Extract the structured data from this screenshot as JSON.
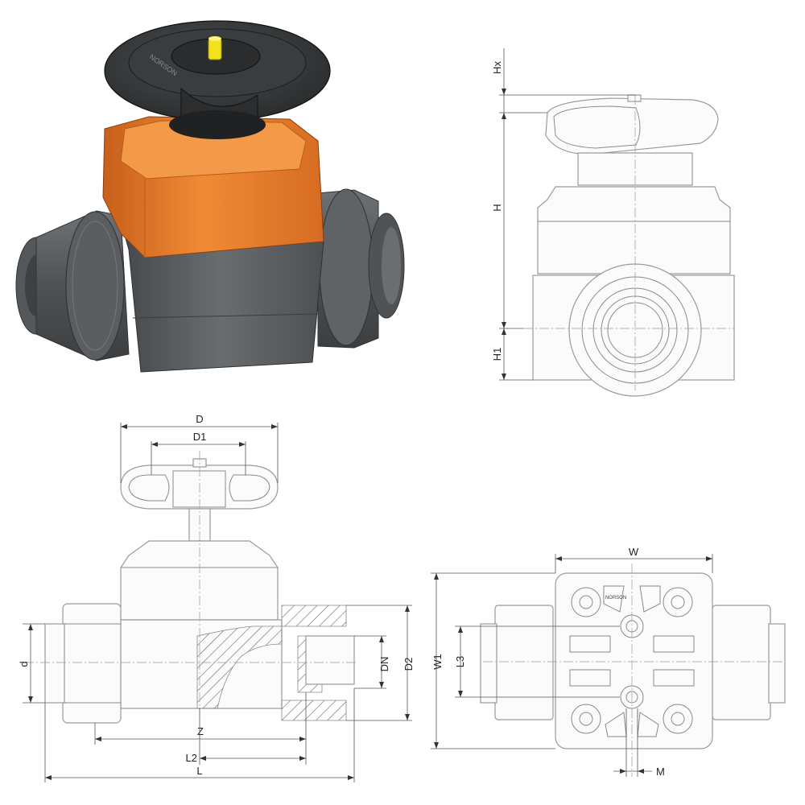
{
  "brand_mark": "NORSON",
  "dimensions": {
    "top_view": {
      "hx": "Hx",
      "h": "H",
      "h1": "H1"
    },
    "side_view": {
      "d": "D",
      "d1": "D1",
      "d_small": "d",
      "dn": "DN",
      "d2": "D2",
      "z": "Z",
      "l2": "L2",
      "l": "L"
    },
    "bottom_view": {
      "w": "W",
      "w1": "W1",
      "l3": "L3",
      "m": "M"
    }
  },
  "colors": {
    "handwheel": "#3a3d3f",
    "bonnet": "#e5792b",
    "body": "#5a5d5f",
    "indicator": "#f2e21c",
    "line": "#8a8a8a"
  }
}
